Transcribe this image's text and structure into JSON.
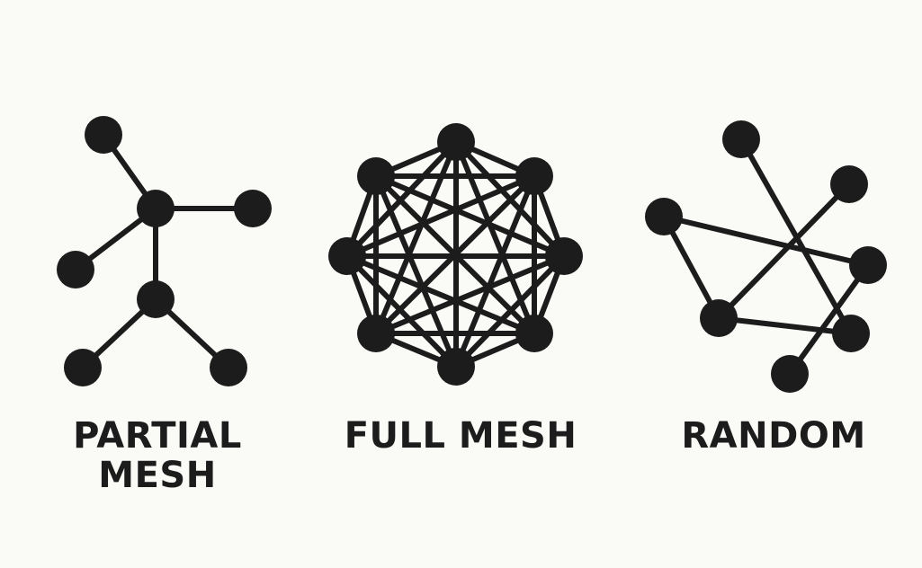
{
  "colors": {
    "background": "#fafaf7",
    "ink": "#1c1c1c"
  },
  "diagrams": [
    {
      "id": "partial",
      "label_lines": [
        "PARTIAL",
        "MESH"
      ]
    },
    {
      "id": "full",
      "label_lines": [
        "FULL MESH"
      ]
    },
    {
      "id": "random",
      "label_lines": [
        "RANDOM"
      ]
    }
  ]
}
